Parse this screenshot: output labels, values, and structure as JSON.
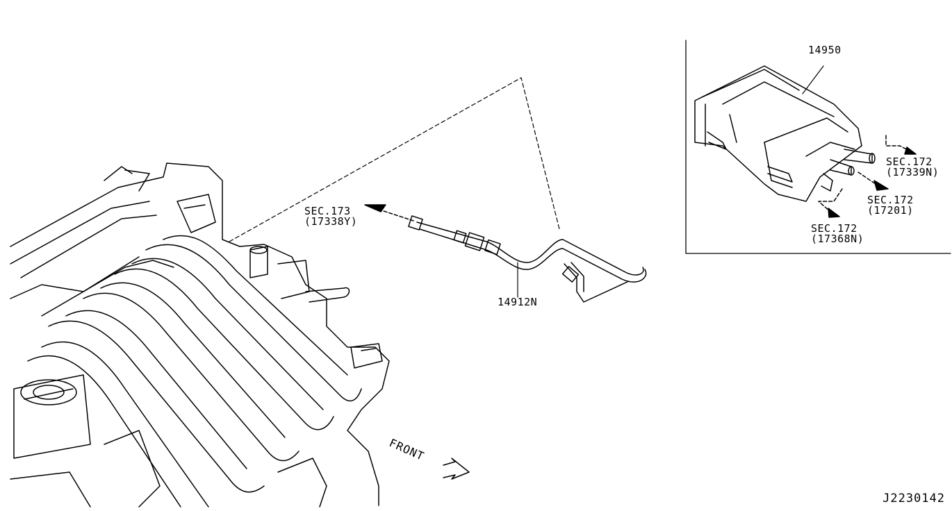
{
  "diagram": {
    "id": "J2230142",
    "front_label": "FRONT",
    "parts": {
      "canister": "14950",
      "hose": "14912N"
    },
    "section_refs": {
      "sec173_17338y": {
        "sec": "SEC.173",
        "part": "(17338Y)"
      },
      "sec172_17339n": {
        "sec": "SEC.172",
        "part": "(17339N)"
      },
      "sec172_17201": {
        "sec": "SEC.172",
        "part": "(17201)"
      },
      "sec172_17368n": {
        "sec": "SEC.172",
        "part": "(17368N)"
      }
    }
  }
}
